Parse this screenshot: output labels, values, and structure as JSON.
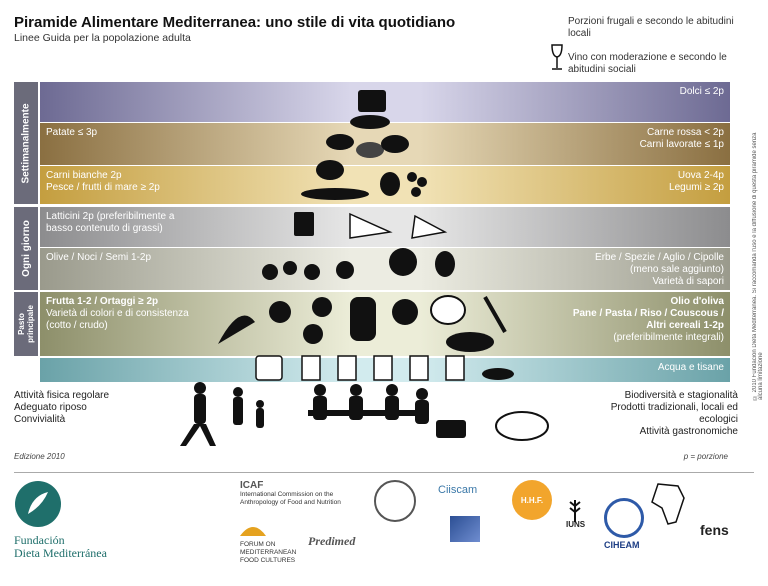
{
  "header": {
    "title": "Piramide Alimentare Mediterranea: uno stile di vita quotidiano",
    "subtitle": "Linee Guida per la popolazione adulta",
    "note1": "Porzioni frugali e secondo le abitudini locali",
    "note2": "Vino con moderazione e secondo le abitudini sociali"
  },
  "vertical_labels": {
    "weekly": "Settimanalmente",
    "daily": "Ogni giorno",
    "meal": "Pasto principale"
  },
  "bands": {
    "sweets": {
      "right": "Dolci ≤ 2p"
    },
    "potatoes": {
      "left": "Patate ≤ 3p",
      "right1": "Carne rossa < 2p",
      "right2": "Carni lavorate ≤ 1p"
    },
    "white": {
      "left1": "Carni bianche 2p",
      "left2": "Pesce / frutti di mare ≥ 2p",
      "right1": "Uova 2-4p",
      "right2": "Legumi ≥ 2p"
    },
    "dairy": {
      "left1": "Latticini 2p (preferibilmente a",
      "left2": "basso contenuto di grassi)"
    },
    "olives": {
      "left": "Olive / Noci / Semi 1-2p",
      "right1": "Erbe / Spezie / Aglio / Cipolle",
      "right2": "(meno sale aggiunto)",
      "right3": "Varietà di sapori"
    },
    "fruit": {
      "left1": "Frutta 1-2 / Ortaggi ≥ 2p",
      "left2": "Varietà di colori e di consistenza",
      "left3": "(cotto / crudo)",
      "right1": "Olio d'oliva",
      "right2": "Pane / Pasta / Riso / Couscous /",
      "right3": "Altri cereali 1-2p",
      "right4": "(preferibilmente integrali)"
    },
    "water": {
      "right": "Acqua e tisane"
    }
  },
  "bottom": {
    "left1": "Attività fisica regolare",
    "left2": "Adeguato riposo",
    "left3": "Convivialità",
    "right1": "Biodiversità e stagionalità",
    "right2": "Prodotti tradizionali, locali ed",
    "right3": "ecologici",
    "right4": "Attività gastronomiche"
  },
  "footer": {
    "edition": "Edizione 2010",
    "portion": "p = porzione",
    "side_note": "© 2010 Fundación Dieta Mediterránea. Si raccomanda l'uso e la diffusione di questa piramide senza alcuna limitazione",
    "fdm1": "Fundación",
    "fdm2": "Dieta Mediterránea",
    "icaf": "ICAF",
    "icaf_full": "International Commission on the Anthropology of Food and Nutrition",
    "forum": "FORUM ON MEDITERRANEAN FOOD CULTURES",
    "predimed": "Predimed",
    "ciiscam": "Ciiscam",
    "hhf": "H.H.F.",
    "iuns": "IUNS",
    "ciheam": "CIHEAM",
    "fens": "fens"
  },
  "colors": {
    "purple": "#6d6a93",
    "gold": "#b89a4b",
    "grey": "#8f8f90",
    "teal": "#6aa2a8"
  }
}
